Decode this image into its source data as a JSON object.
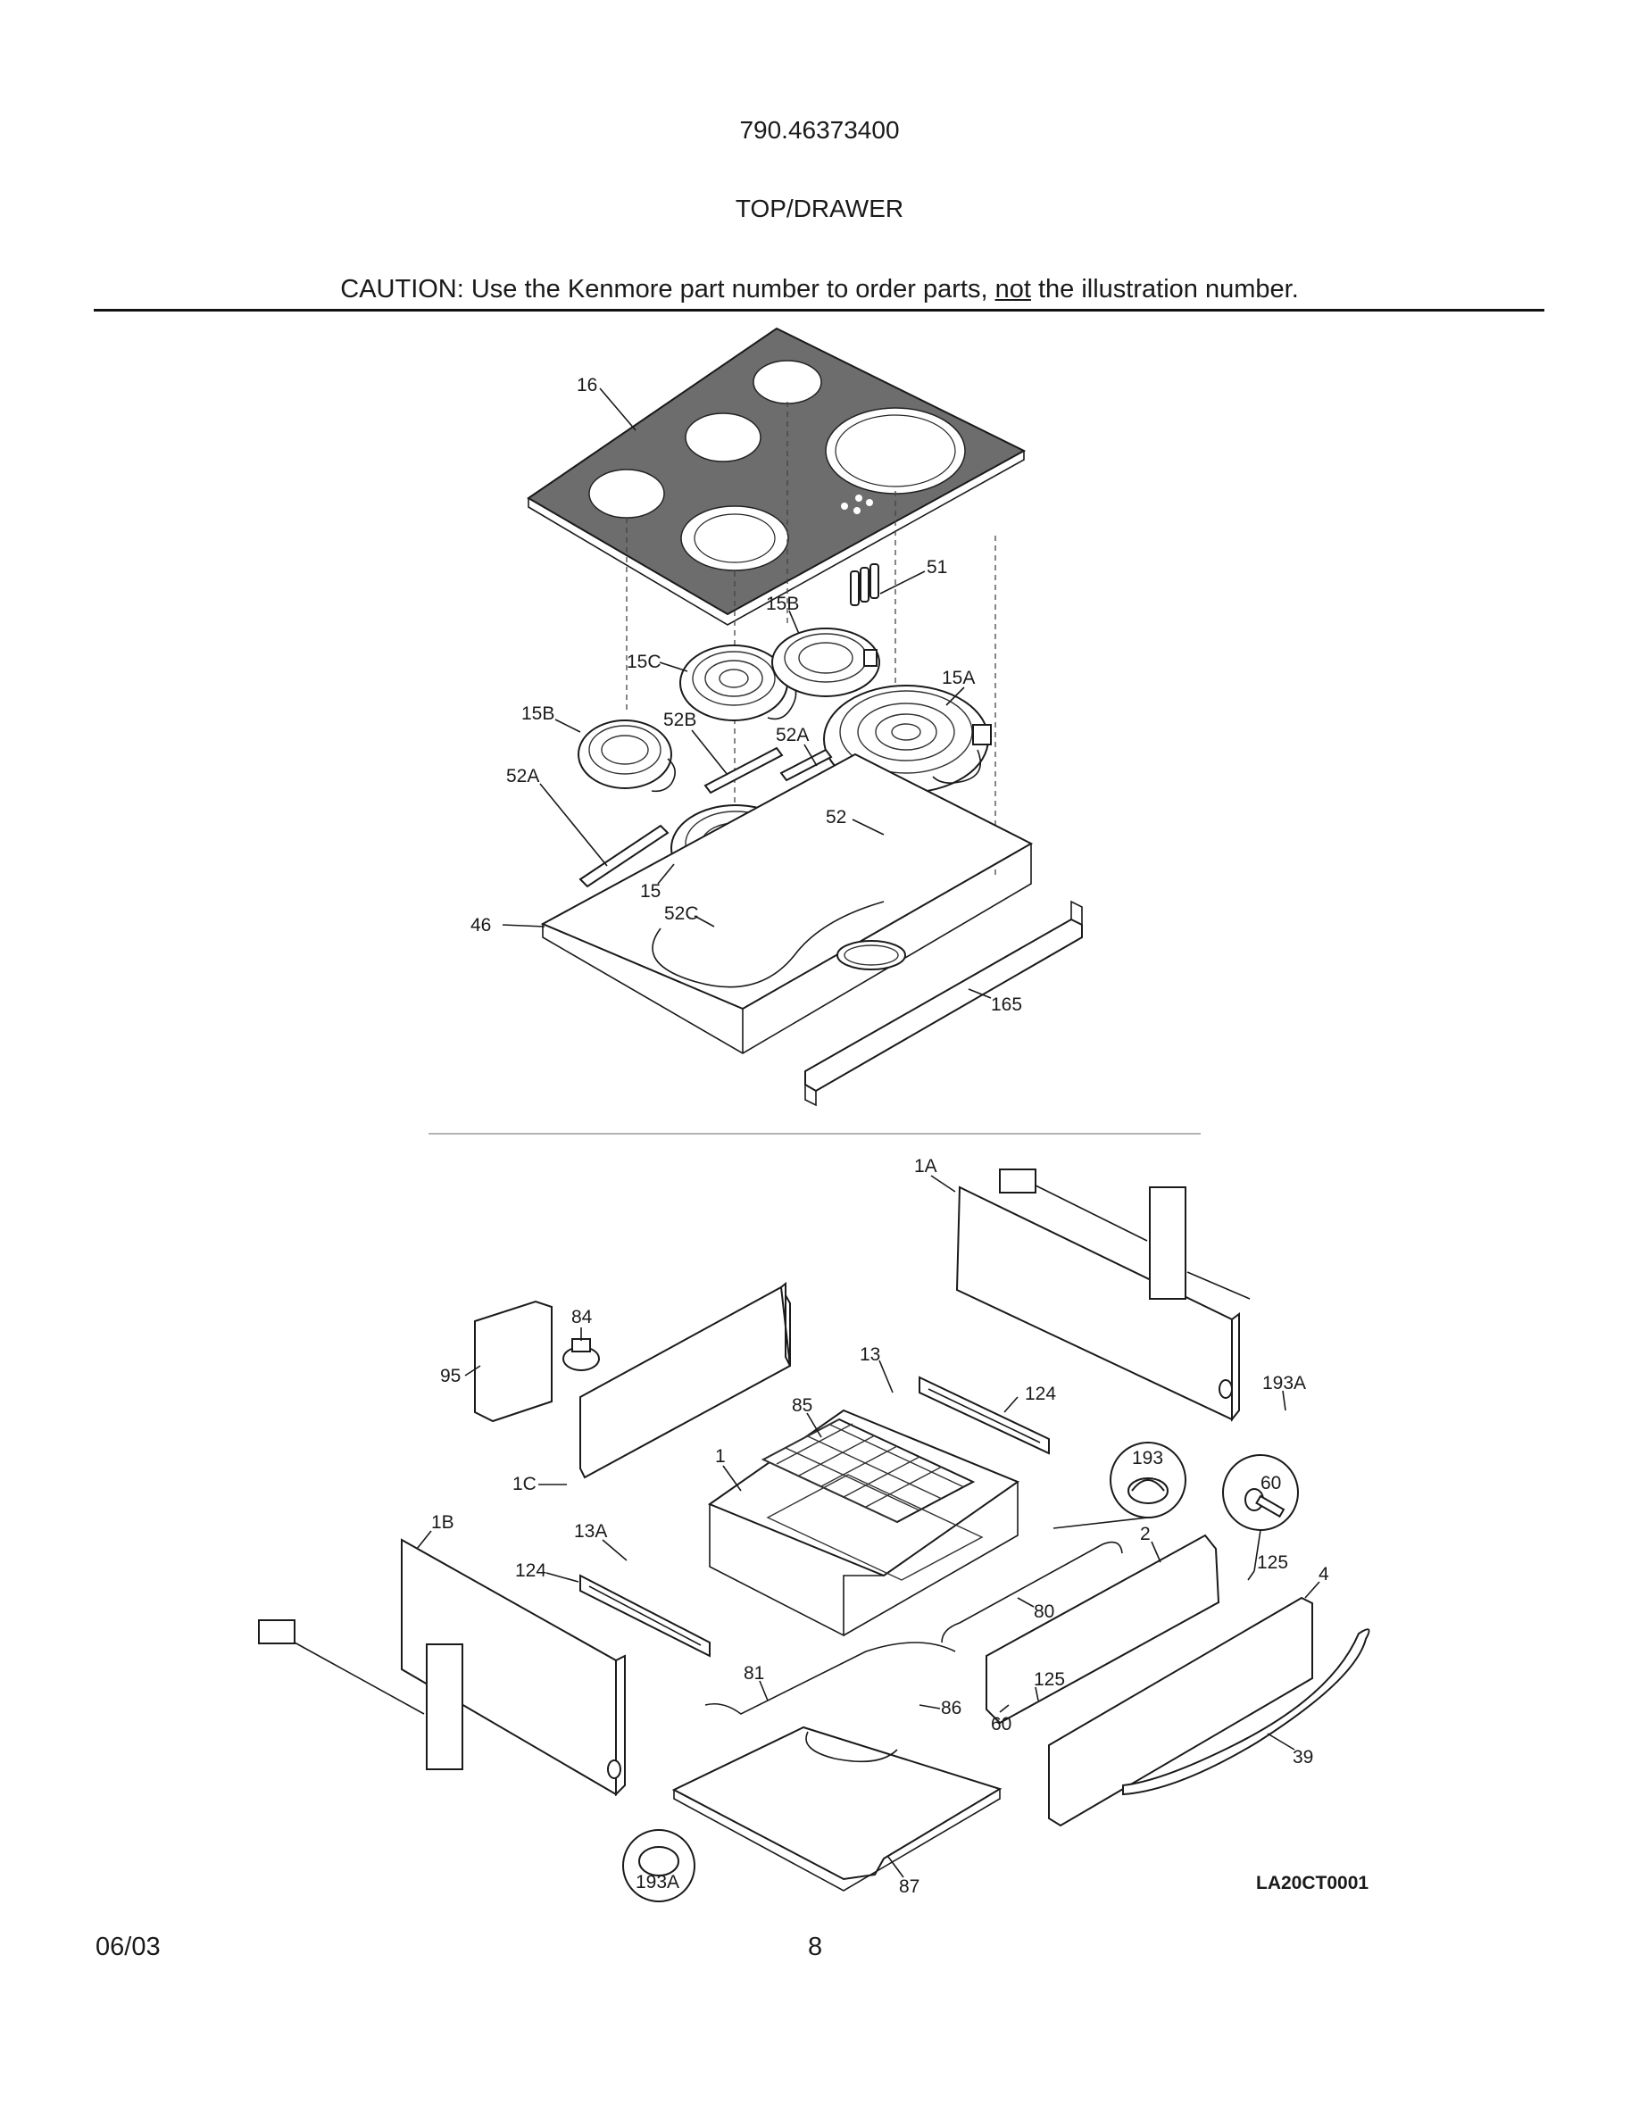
{
  "header": {
    "model": "790.46373400",
    "section": "TOP/DRAWER",
    "caution_before": "CAUTION: Use the Kenmore part number to order parts, ",
    "caution_emphasis": "not",
    "caution_after": " the illustration number."
  },
  "callouts": {
    "c16": "16",
    "c51": "51",
    "c15B_top": "15B",
    "c15C": "15C",
    "c15A": "15A",
    "c15B_left": "15B",
    "c52B": "52B",
    "c52A_mid": "52A",
    "c52A_left": "52A",
    "c52": "52",
    "c15": "15",
    "c52C": "52C",
    "c46": "46",
    "c165": "165",
    "c1A": "1A",
    "c84": "84",
    "c95": "95",
    "c13": "13",
    "c124_top": "124",
    "c193A_right": "193A",
    "c85": "85",
    "c1": "1",
    "c193_circle": "193",
    "c60_circle": "60",
    "c1C": "1C",
    "c2": "2",
    "c125_right": "125",
    "c4": "4",
    "c1B": "1B",
    "c13A": "13A",
    "c124_left": "124",
    "c80": "80",
    "c81": "81",
    "c125_mid": "125",
    "c86": "86",
    "c60_mid": "60",
    "c39": "39",
    "c193A_circle": "193A",
    "c87": "87"
  },
  "drawing_code": "LA20CT0001",
  "footer": {
    "date": "06/03",
    "page": "8"
  }
}
